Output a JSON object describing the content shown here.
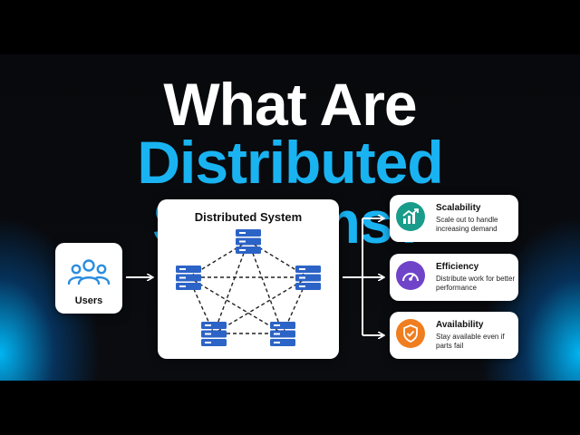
{
  "title": {
    "line1": "What Are",
    "line2": "Distributed Systems?"
  },
  "colors": {
    "title_white": "#ffffff",
    "title_accent": "#19b3f2",
    "server_blue": "#2c63c6",
    "users_icon": "#2a8de0",
    "scalability": "#1a9c8b",
    "efficiency": "#6f44c9",
    "availability": "#f07d1e",
    "background": "#050608"
  },
  "diagram": {
    "users_label": "Users",
    "users_icon": "users-group-icon",
    "system_title": "Distributed System",
    "server_icon": "server-rack-icon",
    "features": [
      {
        "title": "Scalability",
        "description": "Scale out to handle increasing demand",
        "icon": "growth-chart-icon"
      },
      {
        "title": "Efficiency",
        "description": "Distribute work for better performance",
        "icon": "speedometer-icon"
      },
      {
        "title": "Availability",
        "description": "Stay available even if parts fail",
        "icon": "shield-check-icon"
      }
    ]
  }
}
